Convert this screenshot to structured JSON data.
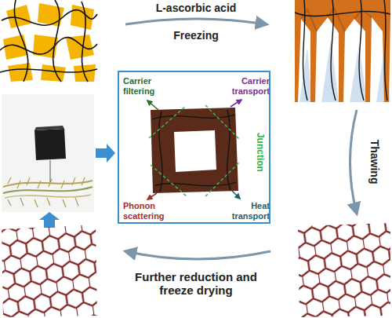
{
  "diagram": {
    "nodes": [
      {
        "text": [
          "Carrier filtering",
          "Carrier transport",
          "Junction",
          "Phonon scattering",
          "Heat transport"
        ]
      }
    ],
    "labels": [
      "L-ascorbic acid",
      "Freezing",
      "Thawing",
      "Further reduction and freeze drying"
    ]
  }
}
